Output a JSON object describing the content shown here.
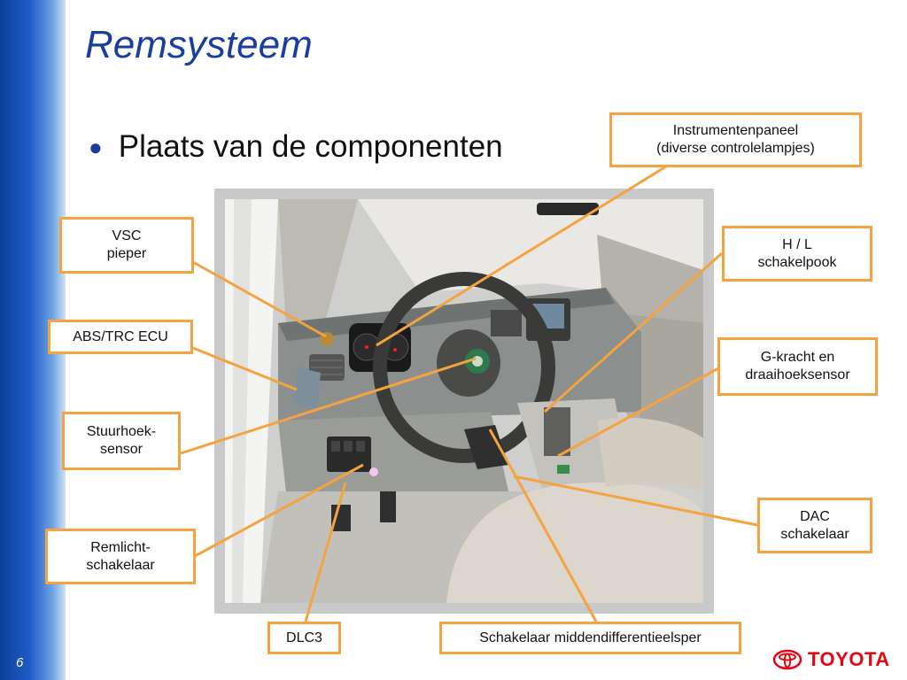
{
  "slide": {
    "title": "Remsysteem",
    "bullet": "Plaats van de componenten",
    "page_number": "6"
  },
  "callouts": {
    "instrumentenpaneel": {
      "line1": "Instrumentenpaneel",
      "line2": "(diverse controlelampjes)"
    },
    "vsc": {
      "line1": "VSC",
      "line2": "pieper"
    },
    "abs": {
      "line1": "ABS/TRC ECU"
    },
    "stuurhoek": {
      "line1": "Stuurhoek-",
      "line2": "sensor"
    },
    "remlicht": {
      "line1": "Remlicht-",
      "line2": "schakelaar"
    },
    "hl": {
      "line1": "H / L",
      "line2": "schakelpook"
    },
    "gkracht": {
      "line1": "G-kracht en",
      "line2": "draaihoeksensor"
    },
    "dac": {
      "line1": "DAC",
      "line2": "schakelaar"
    },
    "dlc3": {
      "line1": "DLC3"
    },
    "middendiff": {
      "line1": "Schakelaar middendifferentieelsper"
    }
  },
  "logo": {
    "text": "TOYOTA"
  },
  "colors": {
    "accent_orange": "#f4a340",
    "title_blue": "#1a3e9e",
    "sidebar_blue": "#1d5bc4",
    "toyota_red": "#e30613"
  }
}
